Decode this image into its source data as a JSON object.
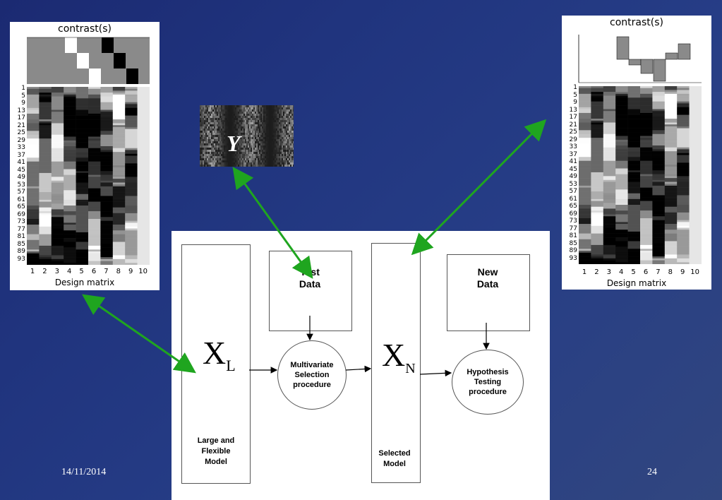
{
  "left_matrix": {
    "title": "contrast(s)",
    "xlabel": "Design matrix",
    "y_ticks": [
      "1",
      "5",
      "9",
      "13",
      "17",
      "21",
      "25",
      "29",
      "33",
      "37",
      "41",
      "45",
      "49",
      "53",
      "57",
      "61",
      "65",
      "69",
      "73",
      "77",
      "81",
      "85",
      "89",
      "93"
    ],
    "x_ticks": [
      "1",
      "2",
      "3",
      "4",
      "5",
      "6",
      "7",
      "8",
      "9",
      "10"
    ]
  },
  "right_matrix": {
    "title": "contrast(s)",
    "xlabel": "Design matrix",
    "y_ticks": [
      "1",
      "5",
      "9",
      "13",
      "17",
      "21",
      "25",
      "29",
      "33",
      "37",
      "41",
      "45",
      "49",
      "53",
      "57",
      "61",
      "65",
      "69",
      "73",
      "77",
      "81",
      "85",
      "89",
      "93"
    ],
    "x_ticks": [
      "1",
      "2",
      "3",
      "4",
      "5",
      "6",
      "7",
      "8",
      "9",
      "10"
    ]
  },
  "data_image": {
    "label": "Y"
  },
  "flow": {
    "large_model": {
      "symbol": "X",
      "sub": "L",
      "label": "Large and\nFlexible\nModel"
    },
    "test_data": "Test\nData",
    "selection": "Multivariate\nSelection\nprocedure",
    "selected_model": {
      "symbol": "X",
      "sub": "N",
      "label": "Selected\nModel"
    },
    "new_data": "New\nData",
    "hypothesis": "Hypothesis\nTesting\nprocedure"
  },
  "footer": {
    "date": "14/11/2014",
    "page": "24"
  },
  "colors": {
    "arrow": "#1fa51f",
    "bg_start": "#1b2a72",
    "bg_end": "#31467f"
  }
}
